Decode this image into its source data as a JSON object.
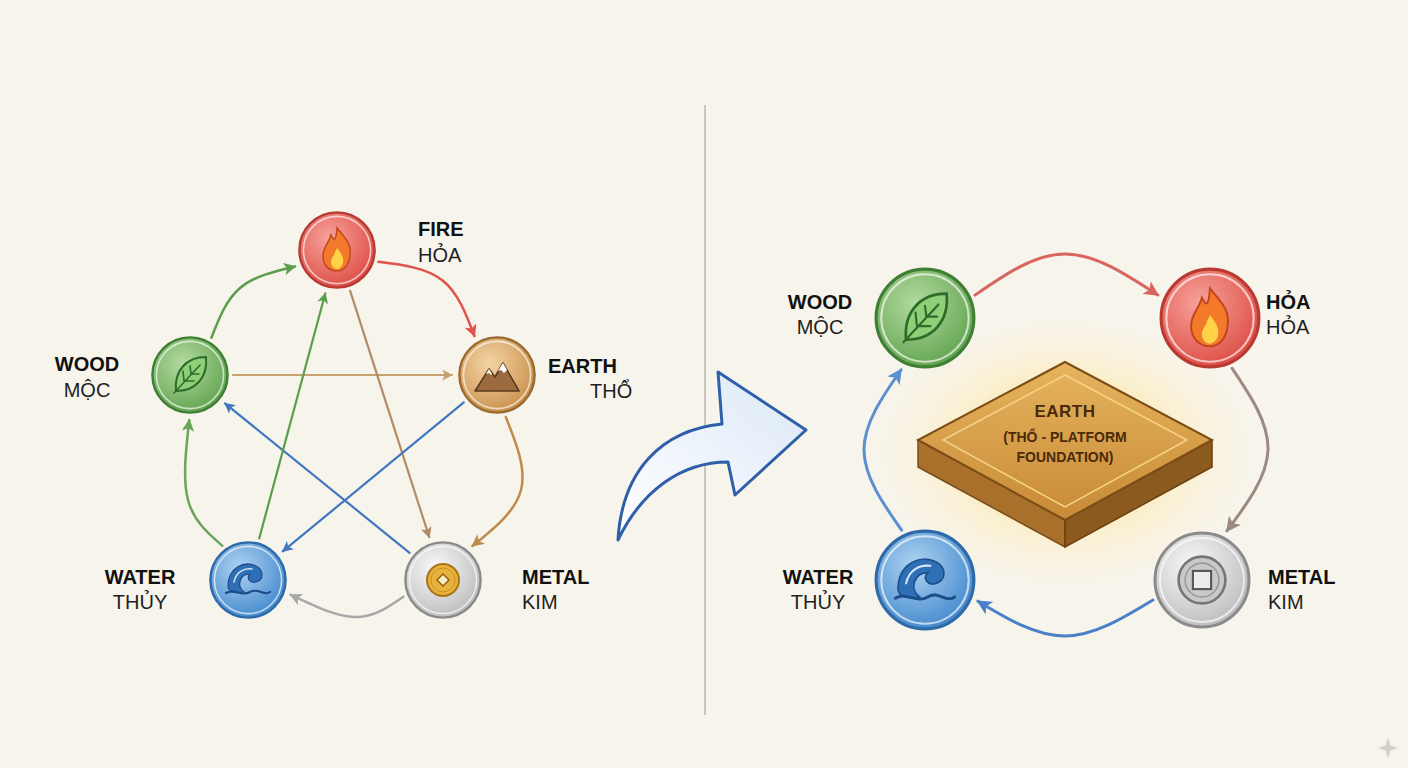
{
  "diagram": {
    "nodes": [
      {
        "text": [
          "FIRE",
          "HỎA"
        ]
      },
      {
        "text": [
          "WOOD",
          "MỘC"
        ]
      },
      {
        "text": [
          "EARTH",
          "THỔ"
        ]
      },
      {
        "text": [
          "WATER",
          "THỦY"
        ]
      },
      {
        "text": [
          "METAL",
          "KIM"
        ]
      },
      {
        "text": [
          "WOOD",
          "MỘC"
        ]
      },
      {
        "text": [
          "HỎA",
          "HỎA"
        ]
      },
      {
        "text": [
          "EARTH",
          "(THỔ - PLATFORM FOUNDATION)"
        ]
      },
      {
        "text": [
          "WATER",
          "THỦY"
        ]
      },
      {
        "text": [
          "METAL",
          "KIM"
        ]
      }
    ],
    "edges": [
      {
        "from": 1,
        "to": 0,
        "arrow": "to"
      },
      {
        "from": 0,
        "to": 2,
        "arrow": "to"
      },
      {
        "from": 2,
        "to": 4,
        "arrow": "to"
      },
      {
        "from": 4,
        "to": 3,
        "arrow": "to"
      },
      {
        "from": 3,
        "to": 1,
        "arrow": "to"
      },
      {
        "from": 1,
        "to": 2,
        "arrow": "to"
      },
      {
        "from": 0,
        "to": 4,
        "arrow": "to"
      },
      {
        "from": 2,
        "to": 3,
        "arrow": "to"
      },
      {
        "from": 4,
        "to": 1,
        "arrow": "to"
      },
      {
        "from": 3,
        "to": 0,
        "arrow": "to"
      },
      {
        "from": 5,
        "to": 6,
        "arrow": "to"
      },
      {
        "from": 6,
        "to": 9,
        "arrow": "to"
      },
      {
        "from": 9,
        "to": 8,
        "arrow": "to"
      },
      {
        "from": 8,
        "to": 5,
        "arrow": "to"
      }
    ]
  }
}
